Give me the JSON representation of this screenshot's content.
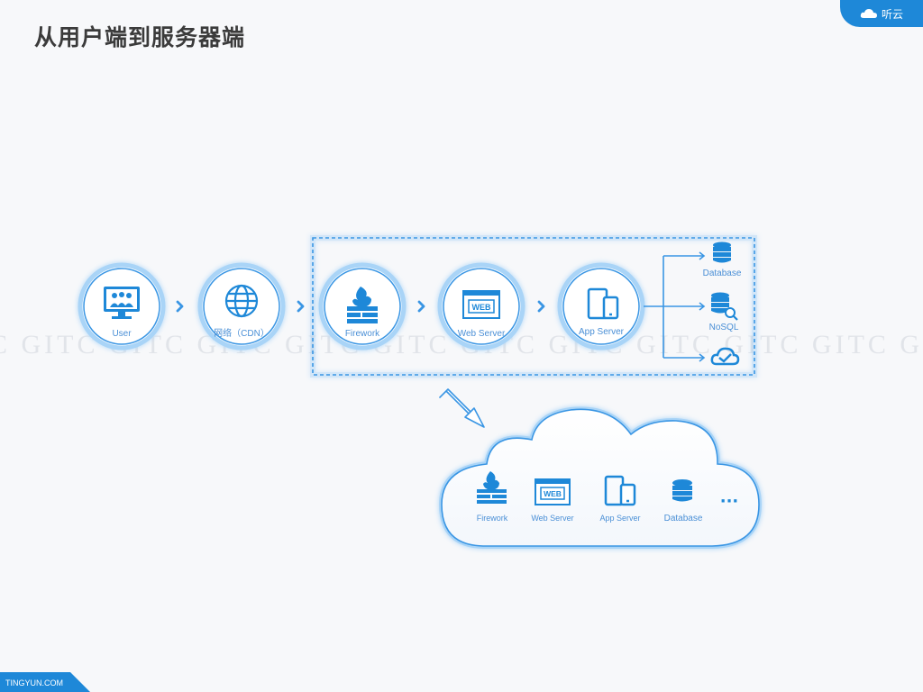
{
  "title": "从用户端到服务器端",
  "logo": {
    "text": "听云"
  },
  "footer": {
    "text": "TINGYUN.COM"
  },
  "watermark": "C GITC GITC GITC GITC GITC GITC GITC GITC GITC GITC G",
  "pipeline": {
    "nodes": [
      {
        "label": "User",
        "icon": "users-monitor-icon"
      },
      {
        "label": "网络（CDN）",
        "icon": "globe-icon"
      },
      {
        "label": "Firework",
        "icon": "firewall-icon"
      },
      {
        "label": "Web Server",
        "icon": "web-window-icon"
      },
      {
        "label": "App Server",
        "icon": "devices-icon"
      }
    ],
    "branches": [
      {
        "label": "Database",
        "icon": "database-icon"
      },
      {
        "label": "NoSQL",
        "icon": "database-search-icon"
      },
      {
        "label": "",
        "icon": "cloud-check-icon"
      }
    ]
  },
  "cloud": {
    "items": [
      {
        "label": "Firework",
        "icon": "firewall-icon"
      },
      {
        "label": "Web Server",
        "icon": "web-window-icon"
      },
      {
        "label": "App Server",
        "icon": "devices-icon"
      },
      {
        "label": "Database",
        "icon": "database-icon"
      }
    ],
    "more": "···"
  },
  "icon_text": {
    "web": "WEB"
  },
  "colors": {
    "accent": "#1e88d8",
    "line": "#5aa8ec",
    "label": "#4a8fd6",
    "glow": "#8fc7f5"
  }
}
